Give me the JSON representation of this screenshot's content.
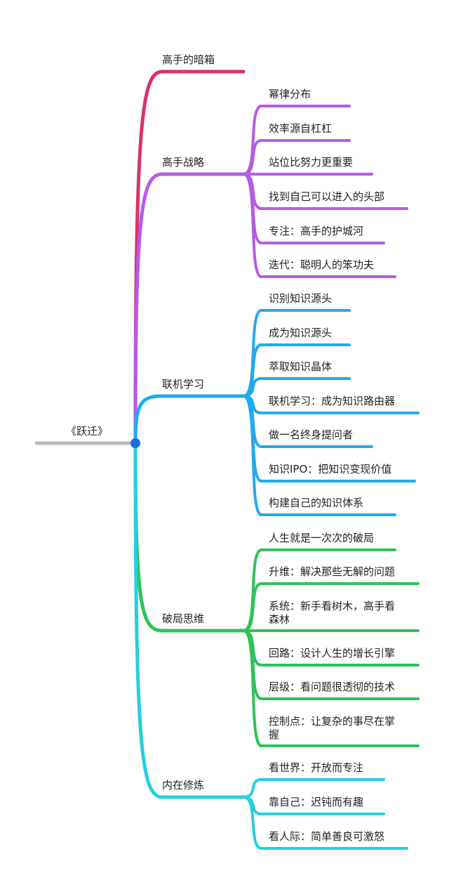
{
  "root": {
    "label": "《跃迁》"
  },
  "branches": [
    {
      "label": "高手的暗箱",
      "color": "#d6336c",
      "children": []
    },
    {
      "label": "高手战略",
      "color": "#b55be8",
      "children": [
        {
          "label": "幂律分布"
        },
        {
          "label": "效率源自杠杠"
        },
        {
          "label": "站位比努力更重要"
        },
        {
          "label": "找到自己可以进入的头部"
        },
        {
          "label": "专注：高手的护城河"
        },
        {
          "label": "迭代：聪明人的笨功夫"
        }
      ]
    },
    {
      "label": "联机学习",
      "color": "#22aaf0",
      "children": [
        {
          "label": "识别知识源头"
        },
        {
          "label": "成为知识源头"
        },
        {
          "label": "萃取知识晶体"
        },
        {
          "label": "联机学习：成为知识路由器"
        },
        {
          "label": "做一名终身提问者"
        },
        {
          "label": "知识IPO：把知识变现价值"
        },
        {
          "label": "构建自己的知识体系"
        }
      ]
    },
    {
      "label": "破局思维",
      "color": "#2ec35a",
      "children": [
        {
          "label": "人生就是一次次的破局"
        },
        {
          "label": "升维：解决那些无解的问题"
        },
        {
          "label": "系统：新手看树木，高手看",
          "label2": "森林"
        },
        {
          "label": "回路：设计人生的增长引擎"
        },
        {
          "label": "层级：看问题很透彻的技术"
        },
        {
          "label": "控制点：让复杂的事尽在掌",
          "label2": "握"
        }
      ]
    },
    {
      "label": "内在修炼",
      "color": "#26cfe0",
      "children": [
        {
          "label": "看世界：开放而专注"
        },
        {
          "label": "靠自己：迟钝而有趣"
        },
        {
          "label": "看人际：简单善良可激怒"
        }
      ]
    }
  ],
  "colors": {
    "root_line": "#bbbbbb",
    "root_dot": "#1a6fe0"
  }
}
